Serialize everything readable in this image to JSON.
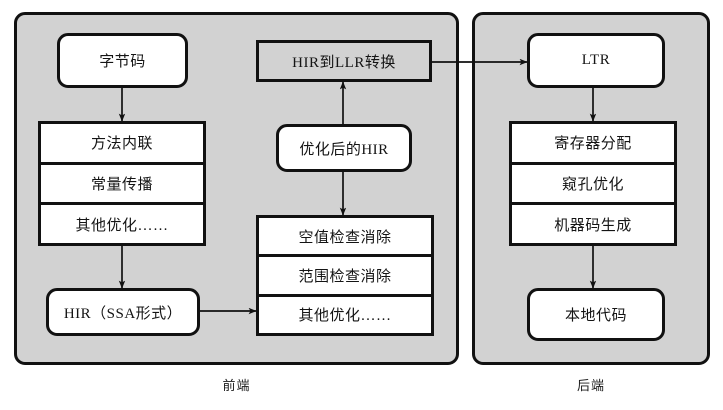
{
  "diagram": {
    "title_hidden": "",
    "panels": [
      {
        "id": "frontend",
        "caption": "前端"
      },
      {
        "id": "backend",
        "caption": "后端"
      }
    ],
    "frontend": {
      "bytecode": "字节码",
      "opt_stack": [
        "方法内联",
        "常量传播",
        "其他优化……"
      ],
      "hir_ssa": "HIR（SSA形式）",
      "hir_to_llr": "HIR到LLR转换",
      "optimized_hir": "优化后的HIR",
      "check_stack": [
        "空值检查消除",
        "范围检查消除",
        "其他优化……"
      ]
    },
    "backend": {
      "ltr": "LTR",
      "codegen_stack": [
        "寄存器分配",
        "窥孔优化",
        "机器码生成"
      ],
      "native_code": "本地代码"
    },
    "colors": {
      "panel_fill": "#d2d2d2",
      "node_fill": "#ffffff",
      "stroke": "#111111",
      "text": "#141414",
      "page_background": "#ffffff"
    },
    "edges": [
      {
        "from": "字节码",
        "to": "方法内联",
        "direction": "down"
      },
      {
        "from": "其他优化……",
        "to": "HIR（SSA形式）",
        "direction": "down"
      },
      {
        "from": "HIR（SSA形式）",
        "to": "其他优化……",
        "direction": "right"
      },
      {
        "from": "优化后的HIR",
        "to": "HIR到LLR转换",
        "direction": "up"
      },
      {
        "from": "优化后的HIR",
        "to": "空值检查消除",
        "direction": "down"
      },
      {
        "from": "HIR到LLR转换",
        "to": "LTR",
        "direction": "right"
      },
      {
        "from": "LTR",
        "to": "寄存器分配",
        "direction": "down"
      },
      {
        "from": "机器码生成",
        "to": "本地代码",
        "direction": "down"
      }
    ]
  }
}
